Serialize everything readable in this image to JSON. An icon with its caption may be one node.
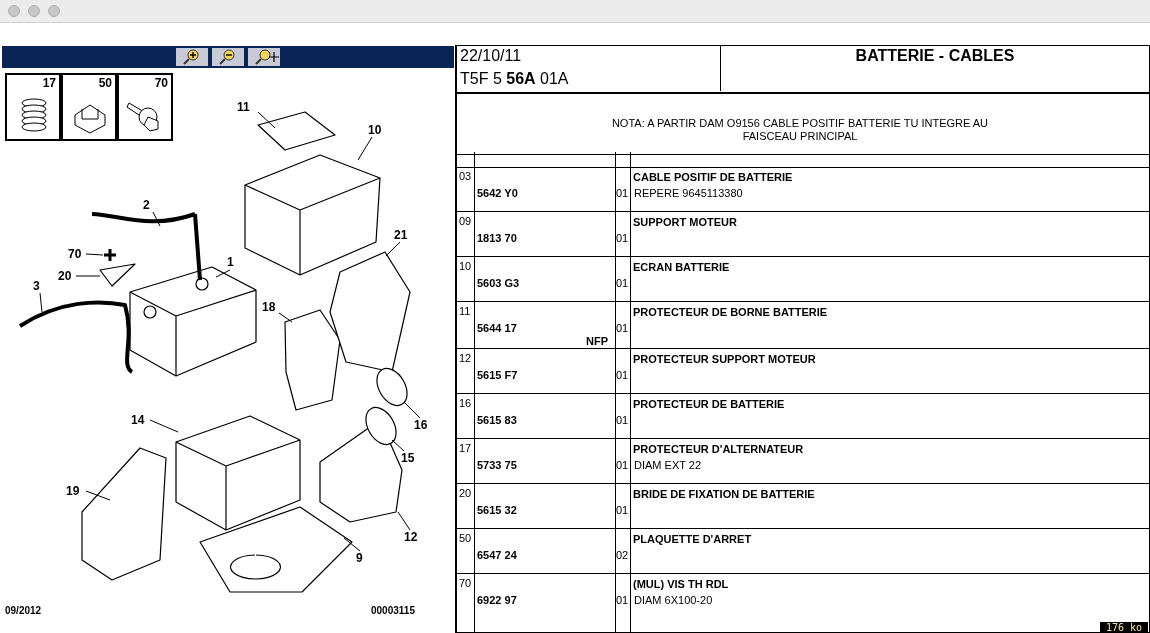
{
  "diagram": {
    "nodes": [
      {
        "text": [
          "17"
        ]
      },
      {
        "text": [
          "50"
        ]
      },
      {
        "text": [
          "70"
        ]
      },
      {
        "text": [
          "11"
        ]
      },
      {
        "text": [
          "10"
        ]
      },
      {
        "text": [
          "2"
        ]
      },
      {
        "text": [
          "21"
        ]
      },
      {
        "text": [
          "70"
        ]
      },
      {
        "text": [
          "1"
        ]
      },
      {
        "text": [
          "20"
        ]
      },
      {
        "text": [
          "3"
        ]
      },
      {
        "text": [
          "18"
        ]
      },
      {
        "text": [
          "16"
        ]
      },
      {
        "text": [
          "14"
        ]
      },
      {
        "text": [
          "15"
        ]
      },
      {
        "text": [
          "19"
        ]
      },
      {
        "text": [
          "12"
        ]
      },
      {
        "text": [
          "9"
        ]
      }
    ],
    "edges": [
      {
        "from": 3,
        "to": null,
        "arrow": "none"
      },
      {
        "from": 4,
        "to": null,
        "arrow": "none"
      },
      {
        "from": 5,
        "to": null,
        "arrow": "none"
      },
      {
        "from": 6,
        "to": null,
        "arrow": "none"
      },
      {
        "from": 7,
        "to": null,
        "arrow": "none"
      },
      {
        "from": 8,
        "to": null,
        "arrow": "none"
      },
      {
        "from": 9,
        "to": null,
        "arrow": "none"
      },
      {
        "from": 10,
        "to": null,
        "arrow": "none"
      },
      {
        "from": 11,
        "to": null,
        "arrow": "none"
      },
      {
        "from": 12,
        "to": null,
        "arrow": "none"
      },
      {
        "from": 13,
        "to": null,
        "arrow": "none"
      },
      {
        "from": 14,
        "to": null,
        "arrow": "none"
      },
      {
        "from": 15,
        "to": null,
        "arrow": "none"
      },
      {
        "from": 16,
        "to": null,
        "arrow": "none"
      },
      {
        "from": 17,
        "to": null,
        "arrow": "none"
      }
    ],
    "labels": [
      "22/10/11",
      "T5F 5 **56A** 01A",
      "BATTERIE - CABLES",
      "NOTA: A PARTIR DAM O9156 CABLE POSITIF BATTERIE TU INTEGRE AU FAISCEAU PRINCIPAL",
      "03",
      "5642 Y0",
      "01",
      "CABLE POSITIF DE BATTERIE",
      "REPERE 9645113380",
      "09",
      "1813 70",
      "01",
      "SUPPORT MOTEUR",
      "10",
      "5603 G3",
      "01",
      "ECRAN BATTERIE",
      "11",
      "5644 17",
      "NFP",
      "01",
      "PROTECTEUR DE BORNE BATTERIE",
      "12",
      "5615 F7",
      "01",
      "PROTECTEUR SUPPORT MOTEUR",
      "16",
      "5615 83",
      "01",
      "PROTECTEUR DE BATTERIE",
      "17",
      "5733 75",
      "01",
      "PROTECTEUR D'ALTERNATEUR",
      "DIAM EXT 22",
      "20",
      "5615 32",
      "01",
      "BRIDE DE FIXATION DE BATTERIE",
      "50",
      "6547 24",
      "02",
      "PLAQUETTE D'ARRET",
      "70",
      "6922 97",
      "01",
      "(MUL) VIS TH RDL",
      "DIAM 6X100-20",
      "09/2012",
      "00003115",
      "176 ko"
    ]
  }
}
